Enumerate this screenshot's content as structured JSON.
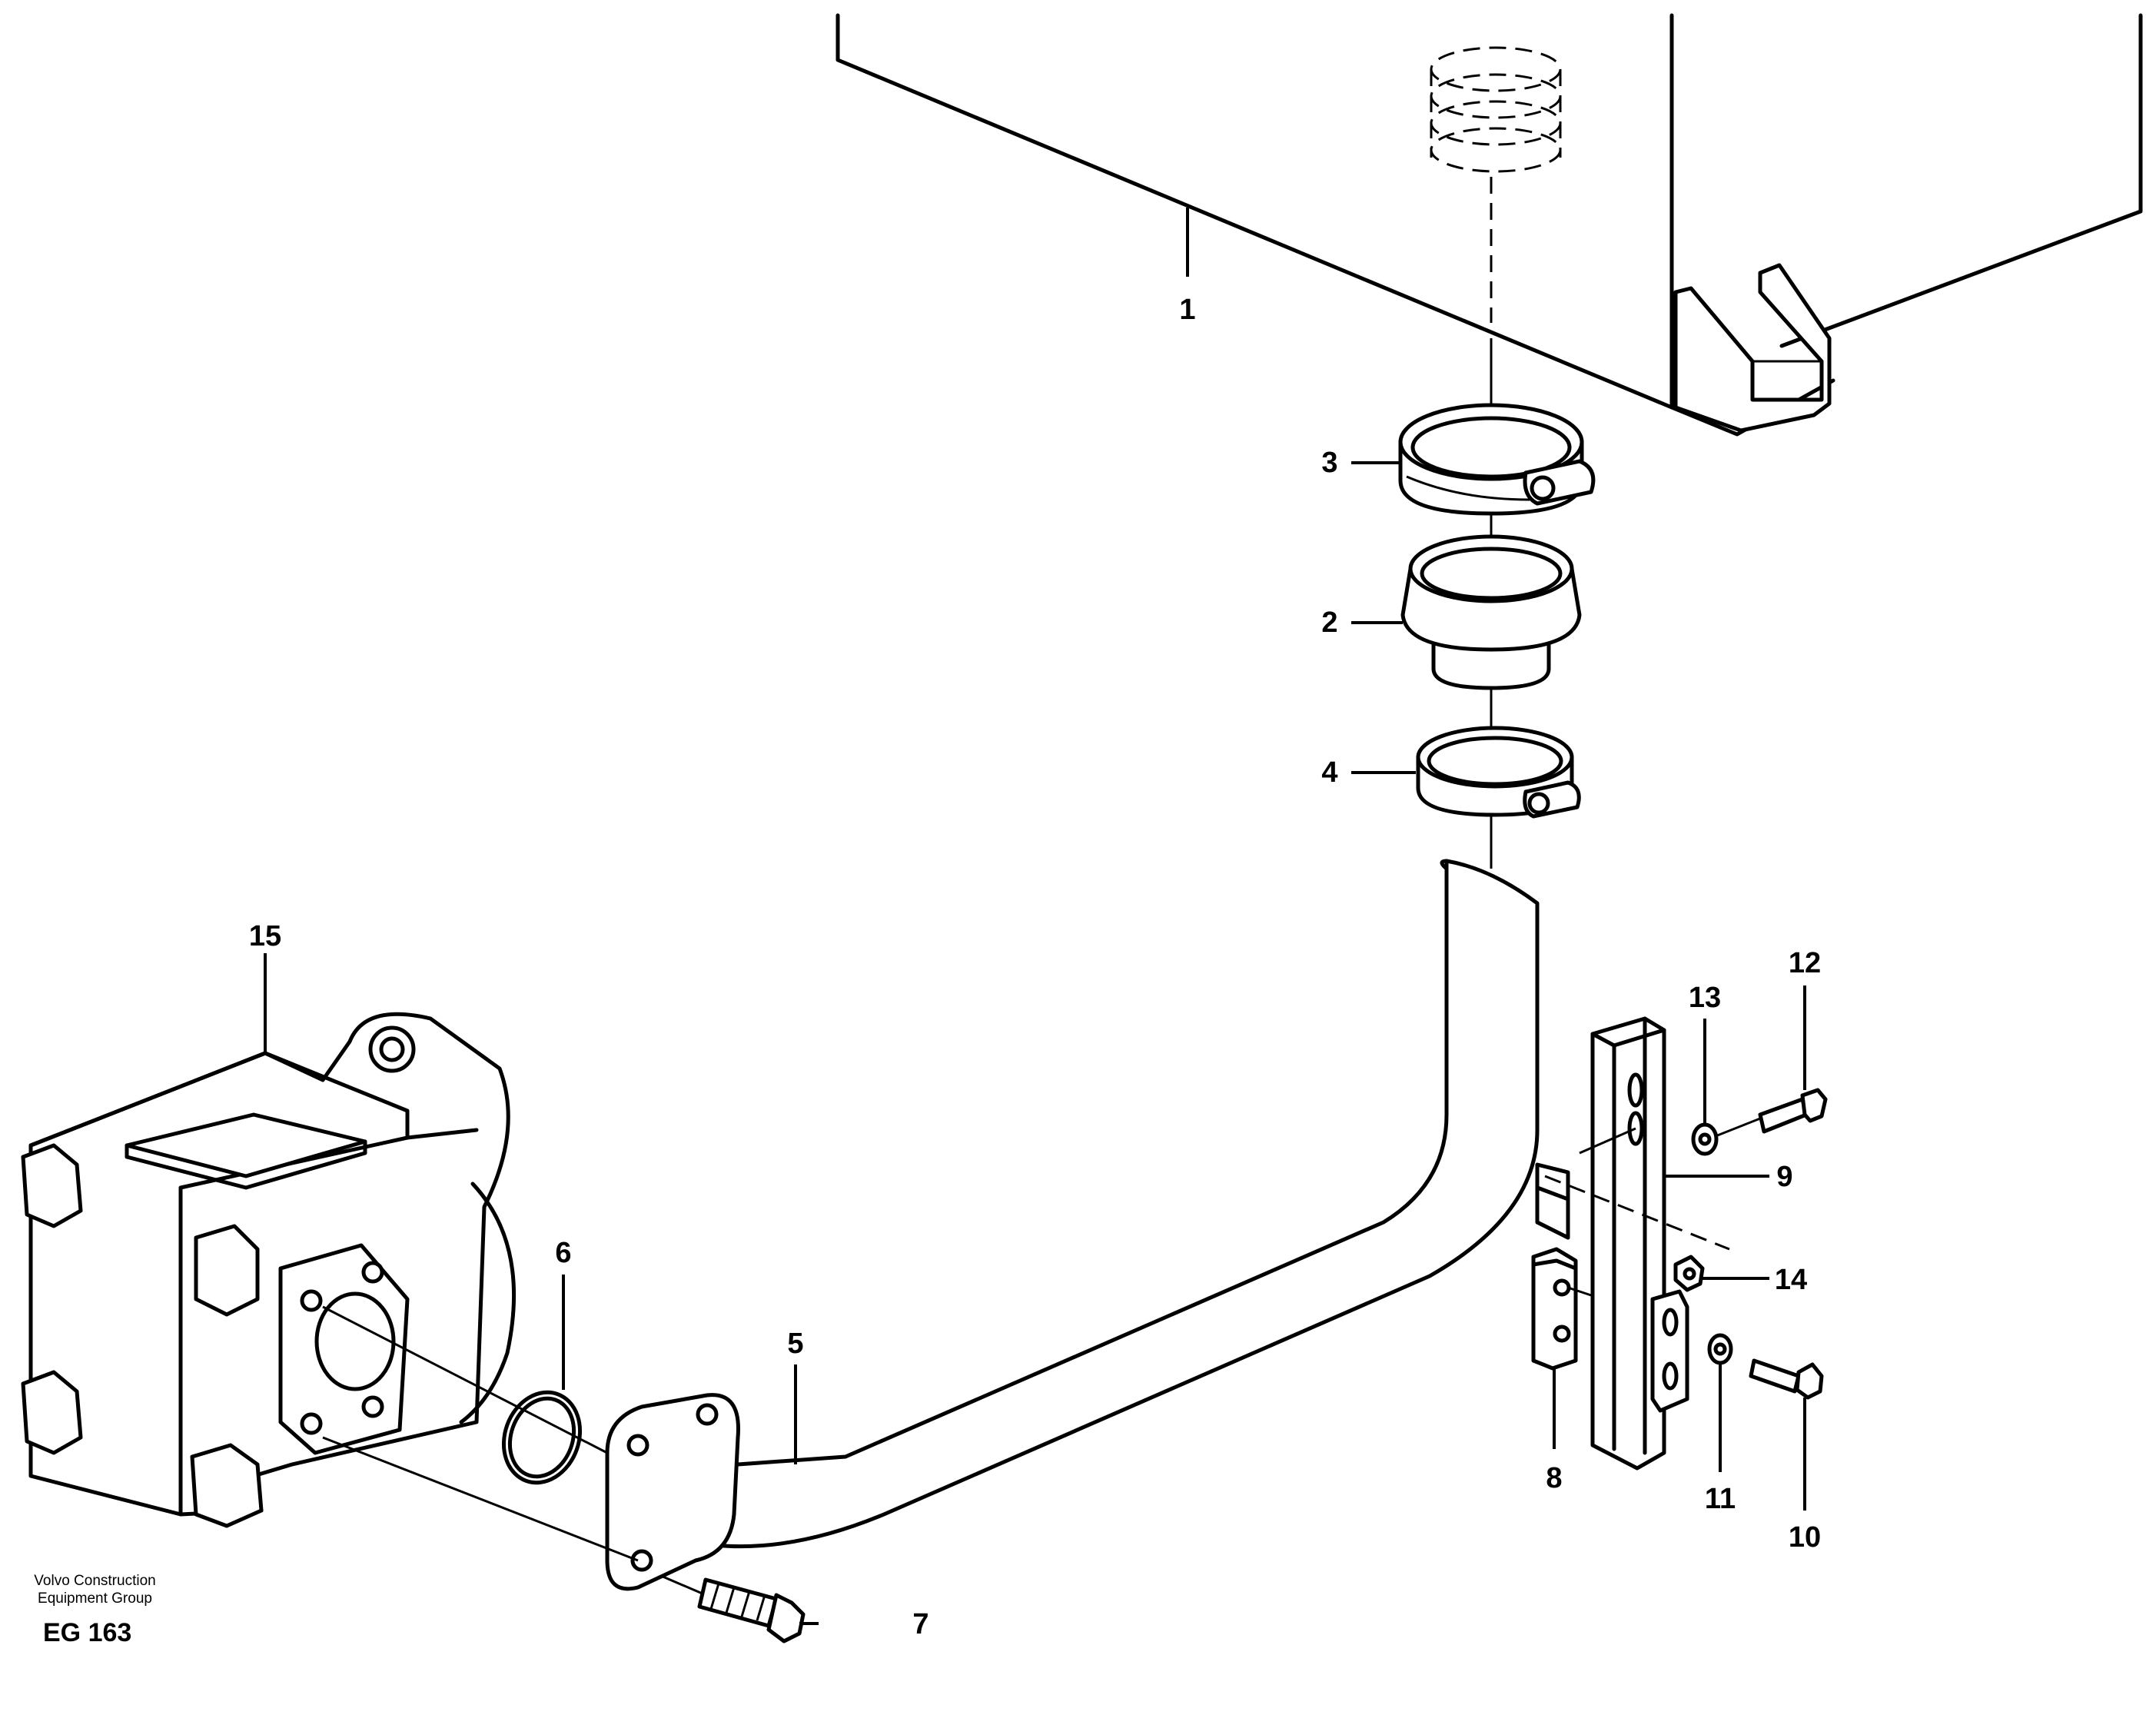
{
  "callouts": [
    "1",
    "2",
    "3",
    "4",
    "5",
    "6",
    "7",
    "8",
    "9",
    "10",
    "11",
    "12",
    "13",
    "14",
    "15"
  ],
  "footer": {
    "company_line1": "Volvo Construction",
    "company_line2": "Equipment Group",
    "figure_code": "EG 163"
  }
}
